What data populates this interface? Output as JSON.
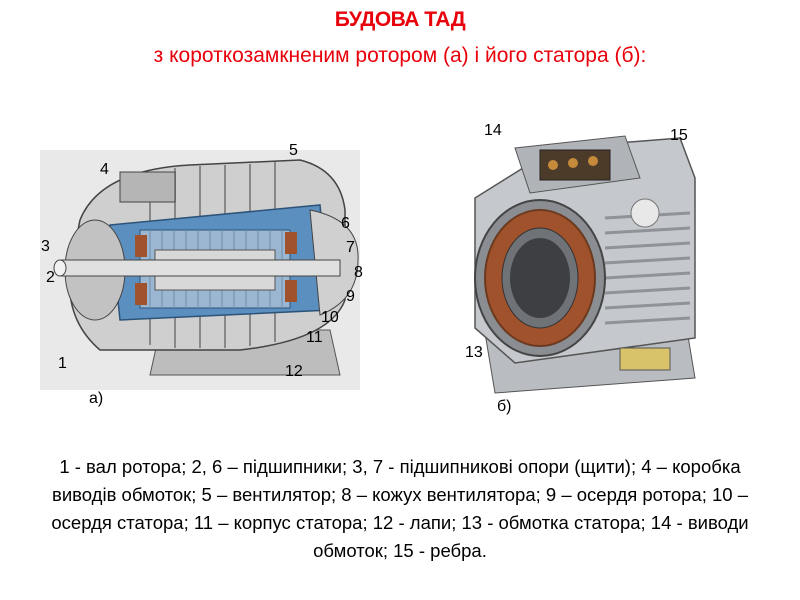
{
  "title": {
    "line1": "БУДОВА ТАД",
    "line2": "з короткозамкненим ротором (а) і його статора (б):"
  },
  "figure_a": {
    "sublabel": "а)",
    "callouts": [
      "1",
      "2",
      "3",
      "4",
      "5",
      "6",
      "7",
      "8",
      "9",
      "10",
      "11",
      "12"
    ]
  },
  "figure_b": {
    "sublabel": "б)",
    "callouts": [
      "13",
      "14",
      "15"
    ]
  },
  "caption": "1 - вал ротора; 2, 6 – підшипники; 3, 7 - підшипникові опори (щити); 4 – коробка виводів обмоток; 5 – вентилятор; 8 – кожух вентилятора; 9 – осердя ротора; 10 – осердя статора; 11 – корпус статора; 12 - лапи; 13 - обмотка статора; 14 - виводи обмоток; 15 - ребра.",
  "colors": {
    "title": "#e8000b",
    "motor_body": "#c9c9c9",
    "cutaway": "#5b8fc0",
    "copper": "#a0522d"
  }
}
